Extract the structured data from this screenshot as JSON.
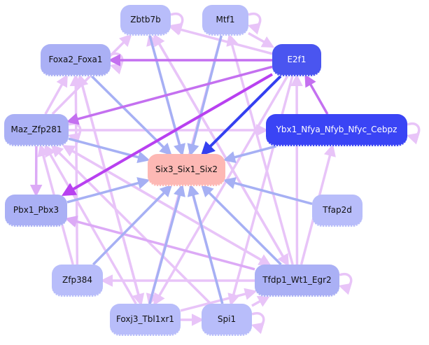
{
  "diagram": {
    "type": "gene-regulatory-network",
    "colors": {
      "node_default": "#aab0f5",
      "node_light": "#b8bdfa",
      "node_dark": "#4a55f0",
      "node_darkest": "#3a44f5",
      "node_target": "#fdb8b4",
      "edge_light_pink": "#e8c4f8",
      "edge_pink": "#dcaaf6",
      "edge_purple": "#c470f0",
      "edge_dark_purple": "#b840f0",
      "edge_blue": "#a6b0f4",
      "edge_dark_blue": "#3440f0"
    },
    "nodes": [
      {
        "id": "zbtb7b",
        "label": "Zbtb7b",
        "color": "node_light",
        "text": "#111"
      },
      {
        "id": "mtf1",
        "label": "Mtf1",
        "color": "node_light",
        "text": "#111"
      },
      {
        "id": "foxa2",
        "label": "Foxa2_Foxa1",
        "color": "node_default",
        "text": "#111"
      },
      {
        "id": "e2f1",
        "label": "E2f1",
        "color": "node_dark",
        "text": "#ffffff"
      },
      {
        "id": "maz",
        "label": "Maz_Zfp281",
        "color": "node_default",
        "text": "#111"
      },
      {
        "id": "ybx1",
        "label": "Ybx1_Nfya_Nfyb_Nfyc_Cebpz",
        "color": "node_darkest",
        "text": "#ffffff"
      },
      {
        "id": "six3",
        "label": "Six3_Six1_Six2",
        "color": "node_target",
        "text": "#111"
      },
      {
        "id": "pbx1",
        "label": "Pbx1_Pbx3",
        "color": "node_default",
        "text": "#111"
      },
      {
        "id": "tfap2d",
        "label": "Tfap2d",
        "color": "node_light",
        "text": "#111"
      },
      {
        "id": "zfp384",
        "label": "Zfp384",
        "color": "node_light",
        "text": "#111"
      },
      {
        "id": "tfdp1",
        "label": "Tfdp1_Wt1_Egr2",
        "color": "node_default",
        "text": "#111"
      },
      {
        "id": "foxj3",
        "label": "Foxj3_Tbl1xr1",
        "color": "node_light",
        "text": "#111"
      },
      {
        "id": "spi1",
        "label": "Spi1",
        "color": "node_light",
        "text": "#111"
      }
    ],
    "edges": [
      {
        "from": "zbtb7b",
        "to": "zbtb7b",
        "color": "edge_light_pink"
      },
      {
        "from": "mtf1",
        "to": "mtf1",
        "color": "edge_light_pink"
      },
      {
        "from": "foxa2",
        "to": "foxa2",
        "color": "edge_light_pink"
      },
      {
        "from": "maz",
        "to": "maz",
        "color": "edge_light_pink"
      },
      {
        "from": "ybx1",
        "to": "ybx1",
        "color": "edge_light_pink"
      },
      {
        "from": "tfdp1",
        "to": "tfdp1",
        "color": "edge_light_pink"
      },
      {
        "from": "spi1",
        "to": "spi1",
        "color": "edge_light_pink"
      },
      {
        "from": "foxj3",
        "to": "spi1",
        "color": "edge_light_pink"
      },
      {
        "from": "zbtb7b",
        "to": "six3",
        "color": "edge_blue"
      },
      {
        "from": "mtf1",
        "to": "six3",
        "color": "edge_blue"
      },
      {
        "from": "foxa2",
        "to": "six3",
        "color": "edge_blue"
      },
      {
        "from": "e2f1",
        "to": "six3",
        "color": "edge_dark_blue"
      },
      {
        "from": "e2f1",
        "to": "foxa2",
        "color": "edge_purple"
      },
      {
        "from": "e2f1",
        "to": "pbx1",
        "color": "edge_dark_purple"
      },
      {
        "from": "e2f1",
        "to": "maz",
        "color": "edge_purple"
      },
      {
        "from": "ybx1",
        "to": "e2f1",
        "color": "edge_purple"
      },
      {
        "from": "ybx1",
        "to": "six3",
        "color": "edge_blue"
      },
      {
        "from": "maz",
        "to": "six3",
        "color": "edge_blue"
      },
      {
        "from": "maz",
        "to": "pbx1",
        "color": "edge_pink"
      },
      {
        "from": "maz",
        "to": "foxa2",
        "color": "edge_light_pink"
      },
      {
        "from": "maz",
        "to": "zbtb7b",
        "color": "edge_light_pink"
      },
      {
        "from": "maz",
        "to": "ybx1",
        "color": "edge_light_pink"
      },
      {
        "from": "pbx1",
        "to": "six3",
        "color": "edge_blue"
      },
      {
        "from": "tfap2d",
        "to": "six3",
        "color": "edge_blue"
      },
      {
        "from": "zfp384",
        "to": "six3",
        "color": "edge_blue"
      },
      {
        "from": "zfp384",
        "to": "foxa2",
        "color": "edge_light_pink"
      },
      {
        "from": "zfp384",
        "to": "maz",
        "color": "edge_light_pink"
      },
      {
        "from": "tfdp1",
        "to": "six3",
        "color": "edge_blue"
      },
      {
        "from": "tfdp1",
        "to": "pbx1",
        "color": "edge_pink"
      },
      {
        "from": "tfdp1",
        "to": "zfp384",
        "color": "edge_light_pink"
      },
      {
        "from": "tfdp1",
        "to": "zbtb7b",
        "color": "edge_light_pink"
      },
      {
        "from": "tfdp1",
        "to": "mtf1",
        "color": "edge_light_pink"
      },
      {
        "from": "tfdp1",
        "to": "e2f1",
        "color": "edge_light_pink"
      },
      {
        "from": "tfdp1",
        "to": "ybx1",
        "color": "edge_light_pink"
      },
      {
        "from": "tfdp1",
        "to": "maz",
        "color": "edge_light_pink"
      },
      {
        "from": "foxj3",
        "to": "six3",
        "color": "edge_blue"
      },
      {
        "from": "foxj3",
        "to": "maz",
        "color": "edge_light_pink"
      },
      {
        "from": "foxj3",
        "to": "foxa2",
        "color": "edge_light_pink"
      },
      {
        "from": "foxj3",
        "to": "tfdp1",
        "color": "edge_light_pink"
      },
      {
        "from": "spi1",
        "to": "six3",
        "color": "edge_blue"
      },
      {
        "from": "spi1",
        "to": "zbtb7b",
        "color": "edge_light_pink"
      },
      {
        "from": "spi1",
        "to": "maz",
        "color": "edge_light_pink"
      },
      {
        "from": "spi1",
        "to": "tfdp1",
        "color": "edge_light_pink"
      },
      {
        "from": "mtf1",
        "to": "e2f1",
        "color": "edge_light_pink"
      },
      {
        "from": "e2f1",
        "to": "zbtb7b",
        "color": "edge_light_pink"
      },
      {
        "from": "e2f1",
        "to": "foxj3",
        "color": "edge_light_pink"
      },
      {
        "from": "e2f1",
        "to": "spi1",
        "color": "edge_light_pink"
      },
      {
        "from": "zbtb7b",
        "to": "tfdp1",
        "color": "edge_light_pink"
      },
      {
        "from": "mtf1",
        "to": "foxj3",
        "color": "edge_light_pink"
      },
      {
        "from": "maz",
        "to": "tfdp1",
        "color": "edge_light_pink"
      },
      {
        "from": "foxa2",
        "to": "foxj3",
        "color": "edge_light_pink"
      }
    ]
  }
}
